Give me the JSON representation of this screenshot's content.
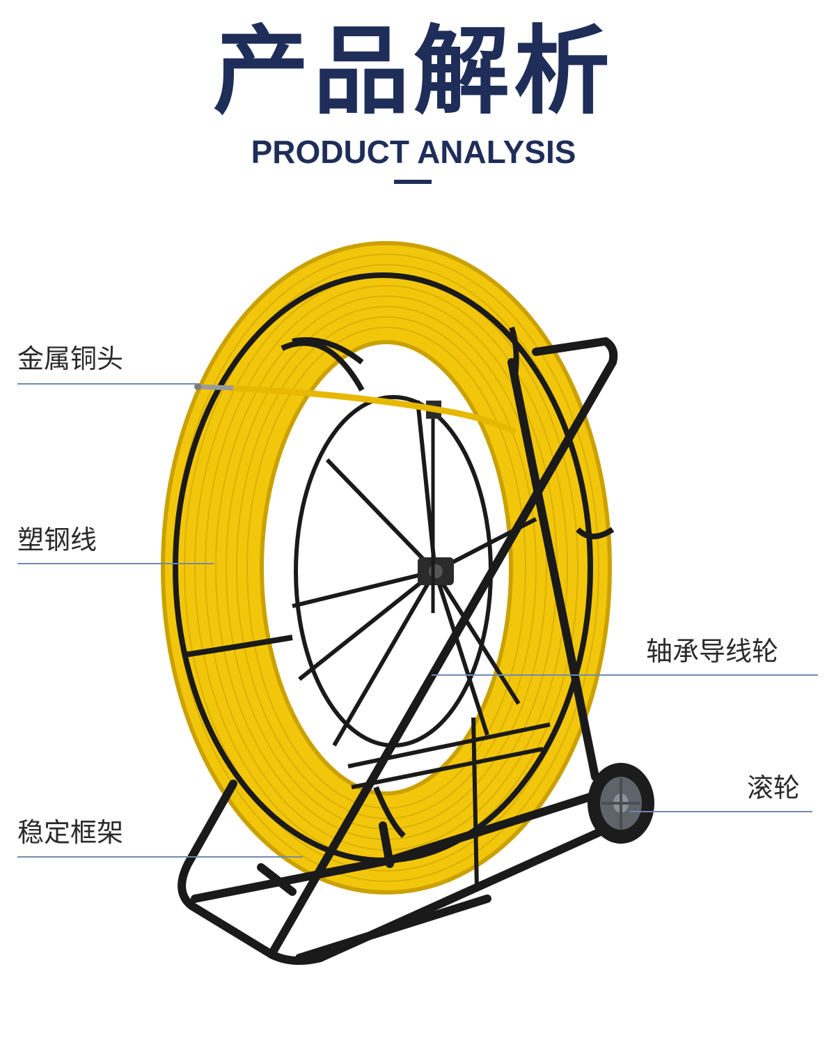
{
  "header": {
    "title_cn": "产品解析",
    "title_en": "PRODUCT ANALYSIS"
  },
  "callouts": {
    "metal_tip": "金属铜头",
    "rod": "塑钢线",
    "bearing_guide": "轴承导线轮",
    "wheel": "滚轮",
    "frame": "稳定框架"
  },
  "colors": {
    "title": "#1f2d59",
    "rod_yellow": "#f2c70b",
    "frame_black": "#1a1a1a",
    "callout_line": "#6f8ab1"
  }
}
